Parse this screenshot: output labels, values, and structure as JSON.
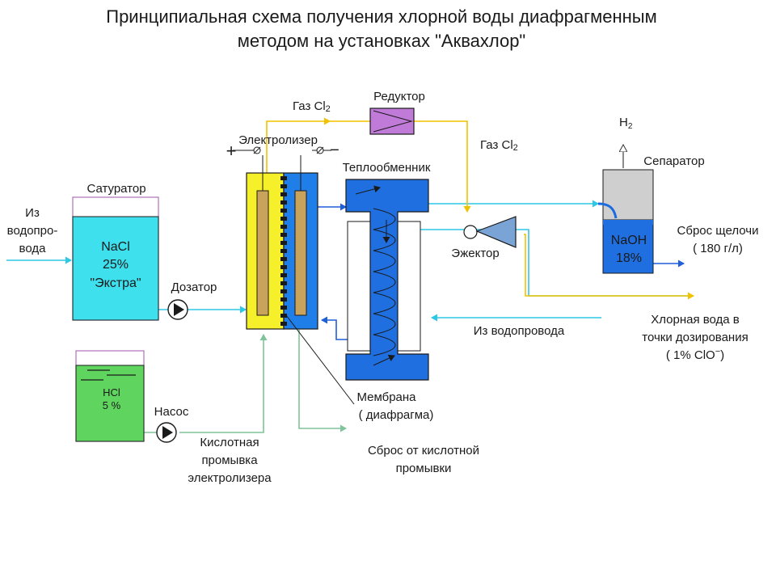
{
  "title": {
    "line1": "Принципиальная схема получения хлорной воды диафрагменным",
    "line2": "методом на установках \"Аквахлор\""
  },
  "labels": {
    "saturator": "Сатуратор",
    "saturator_content_1": "NaCl",
    "saturator_content_2": "25%",
    "saturator_content_3": "\"Экстра\"",
    "water_in_1": "Из",
    "water_in_2": "водопро-",
    "water_in_3": "вода",
    "dosator": "Дозатор",
    "electrolyzer": "Электролизер",
    "plus": "+",
    "minus": "−",
    "gas_cl2_top": "Газ Cl",
    "gas_cl2_right": "Газ Cl",
    "cl2_subscript": "2",
    "reducer": "Редуктор",
    "heat_exchanger": "Теплообменник",
    "ejector": "Эжектор",
    "h2": "H",
    "h2_subscript": "2",
    "separator": "Сепаратор",
    "separator_content_1": "NaOH",
    "separator_content_2": "18%",
    "alkali_discharge_1": "Сброс щелочи",
    "alkali_discharge_2": "( 180 г/л)",
    "chlorine_water_1": "Хлорная вода в",
    "chlorine_water_2": "точки дозирования",
    "chlorine_water_3": "( 1% ClO",
    "chlorine_water_3_sup": "−",
    "chlorine_water_3_end": ")",
    "water_in_right": "Из водопровода",
    "membrane_1": "Мембрана",
    "membrane_2": "( диафрагма)",
    "hcl_1": "HCl",
    "hcl_2": "5 %",
    "pump": "Насос",
    "acid_wash_1": "Кислотная",
    "acid_wash_2": "промывка",
    "acid_wash_3": "электролизера",
    "acid_discharge_1": "Сброс от кислотной",
    "acid_discharge_2": "промывки"
  },
  "colors": {
    "water_line": "#2ec7e6",
    "gas_line": "#f2c200",
    "anolyte": "#f5f02a",
    "catholyte": "#1f7ee8",
    "reducer_fill": "#c07ad8",
    "saturator_fill": "#3ee0ee",
    "hcl_fill": "#5fd45f",
    "wash_line": "#7fc49a",
    "electrode_fill": "#c9a35c",
    "heat_exchanger_fill": "#1f6fe0",
    "separator_gas": "#cfcfcf",
    "separator_liquid": "#1f6fe0",
    "outline": "#1a1a1a"
  },
  "icons": {
    "dosator": "pump-icon",
    "pump": "pump-icon",
    "ejector": "ejector-icon",
    "reducer": "reducer-icon",
    "electrode_terminal": "terminal-icon"
  }
}
